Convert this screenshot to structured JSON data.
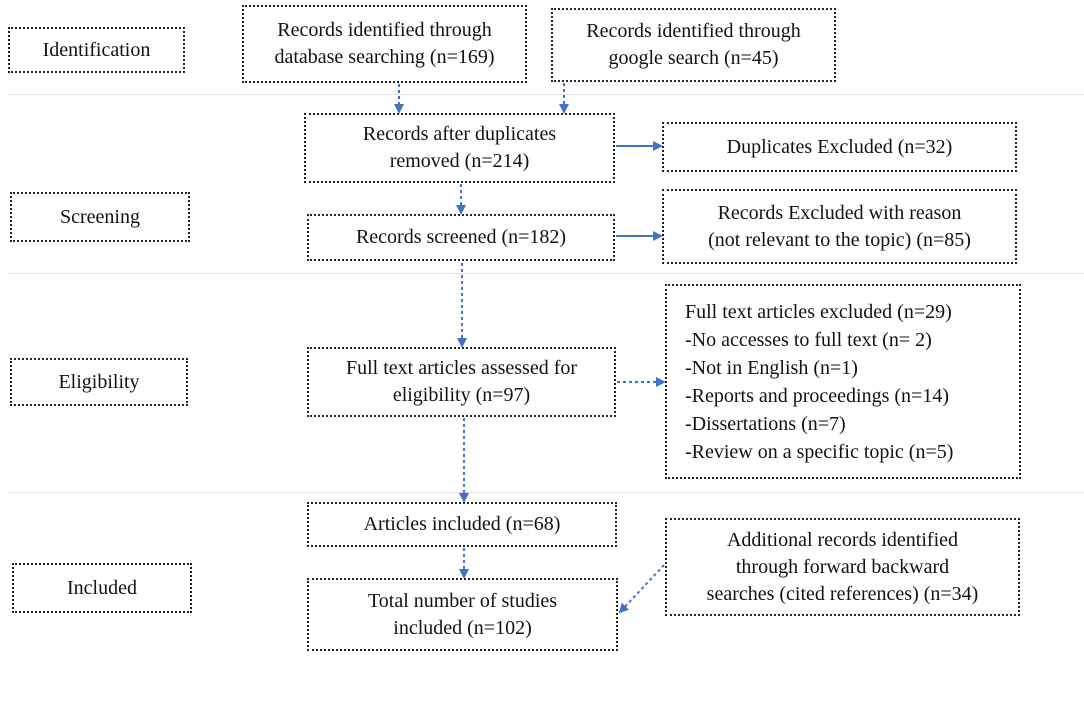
{
  "stages": {
    "identification": "Identification",
    "screening": "Screening",
    "eligibility": "Eligibility",
    "included": "Included"
  },
  "boxes": {
    "database": [
      "Records identified through",
      "database searching (n=169)"
    ],
    "google": [
      "Records identified through",
      "google search (n=45)"
    ],
    "after_duplicates": [
      "Records after duplicates",
      "removed (n=214)"
    ],
    "duplicates_excluded": [
      "Duplicates Excluded (n=32)"
    ],
    "screened": [
      "Records screened (n=182)"
    ],
    "excluded_reason": [
      "Records Excluded with reason",
      "(not relevant to the topic) (n=85)"
    ],
    "full_text_assessed": [
      "Full text articles assessed for",
      "eligibility (n=97)"
    ],
    "full_text_excluded": [
      "Full text articles excluded (n=29)",
      "-No accesses to full text (n= 2)",
      "-Not in English (n=1)",
      "-Reports and proceedings (n=14)",
      "-Dissertations (n=7)",
      "-Review on a specific topic (n=5)"
    ],
    "articles_included": [
      "Articles included (n=68)"
    ],
    "additional_records": [
      "Additional records identified",
      "through forward backward",
      "searches (cited references) (n=34)"
    ],
    "total_studies": [
      "Total number of studies",
      "included (n=102)"
    ]
  },
  "colors": {
    "arrow": "#4472c4",
    "border": "#222222",
    "separator": "#e3e3e3"
  }
}
